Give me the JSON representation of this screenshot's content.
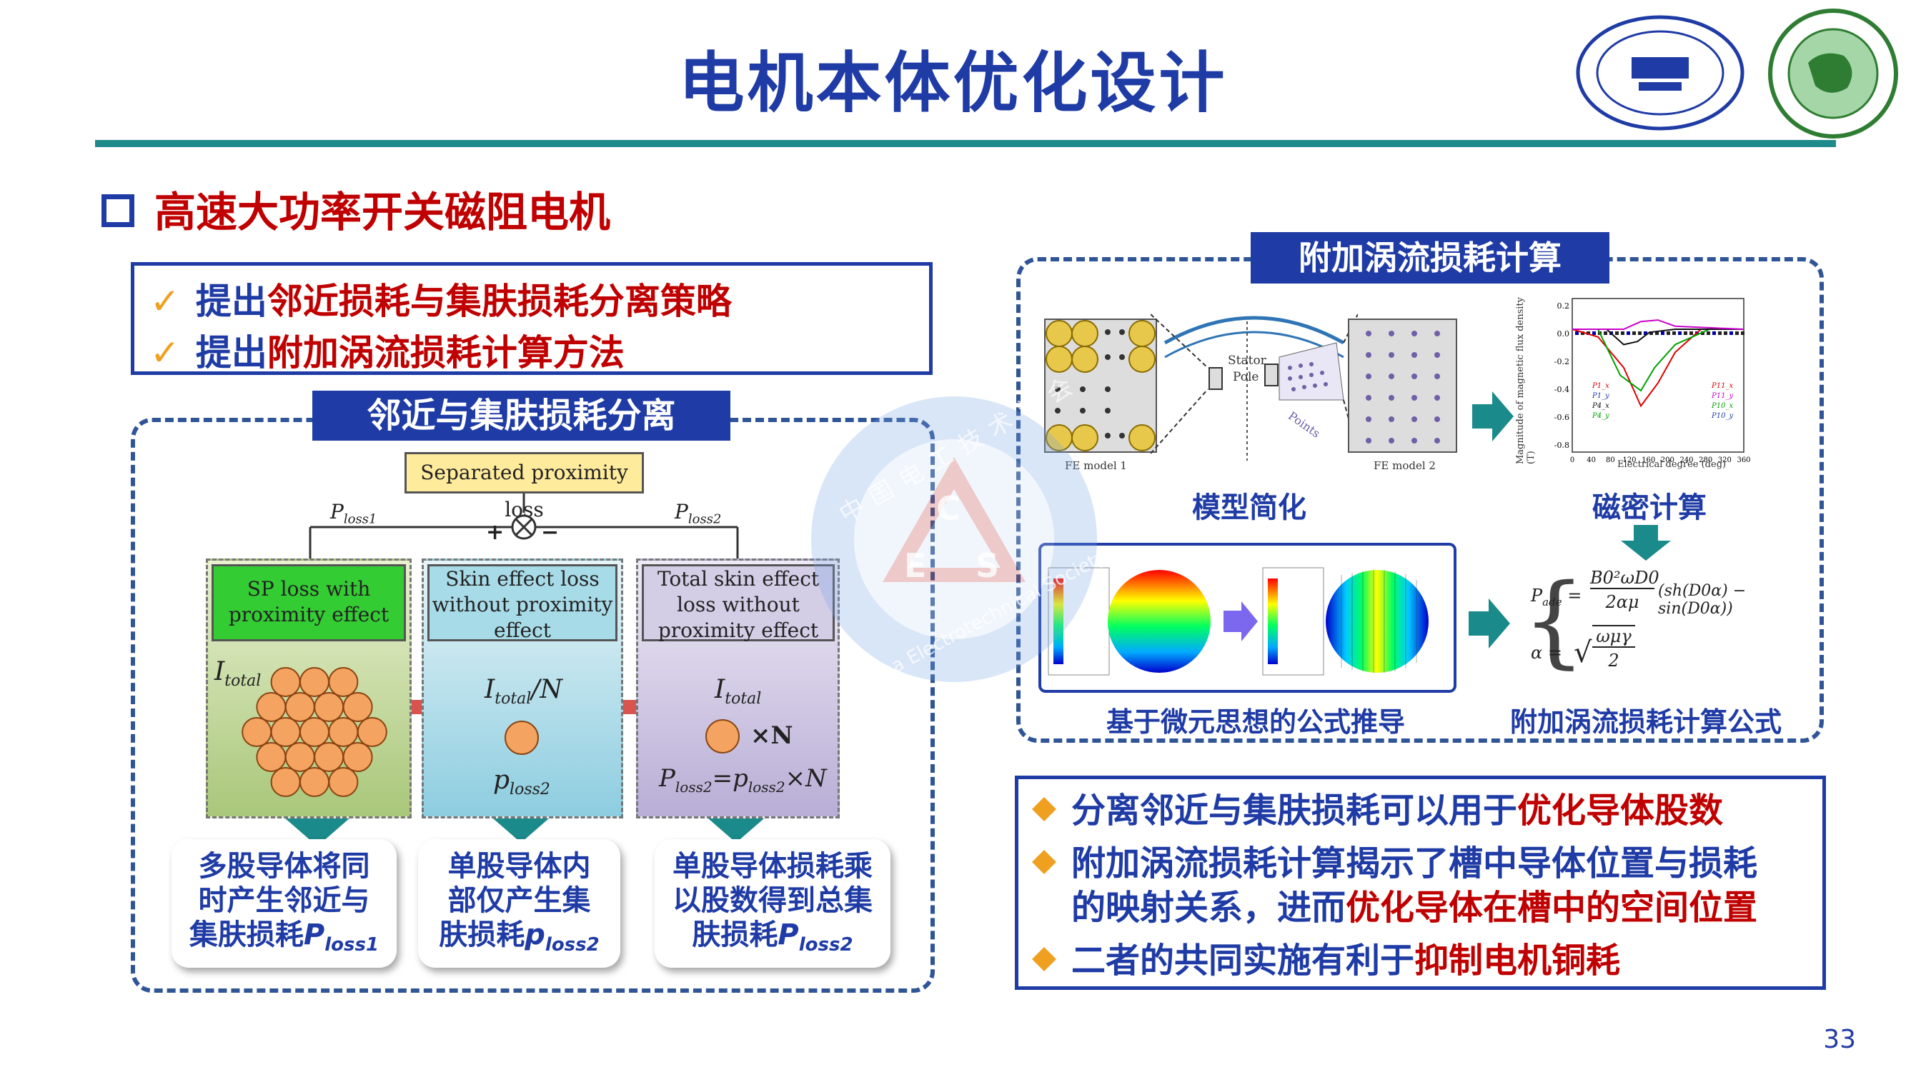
{
  "title": "电机本体优化设计",
  "section": "高速大功率开关磁阻电机",
  "checks": [
    {
      "prefix": "提出",
      "highlight": "邻近损耗与集肤损耗分离策略"
    },
    {
      "prefix": "提出",
      "highlight": "附加涡流损耗计算方法"
    }
  ],
  "left_panel": {
    "tag": "邻近与集肤损耗分离",
    "top_box": "Separated proximity loss",
    "p_left": "P",
    "p_left_sub": "loss1",
    "p_right": "P",
    "p_right_sub": "loss2",
    "plus": "+",
    "minus": "−",
    "col1_head": "SP loss with proximity effect",
    "col2_head": "Skin effect loss without proximity effect",
    "col3_head": "Total skin effect loss without proximity effect",
    "col1_i": "I",
    "col1_i_sub": "total",
    "col2_i": "I",
    "col2_i_sub": "total",
    "col2_i_rest": "/N",
    "col2_p": "p",
    "col2_p_sub": "loss2",
    "col3_i": "I",
    "col3_i_sub": "total",
    "col3_xn": "×N",
    "col3_eq_a": "P",
    "col3_eq_a_sub": "loss2",
    "col3_eq_b": "=p",
    "col3_eq_b_sub": "loss2",
    "col3_eq_c": "×N",
    "captions": [
      {
        "lines": [
          "多股导体将同",
          "时产生邻近与",
          "集肤损耗"
        ],
        "sym": "P",
        "sub": "loss1"
      },
      {
        "lines": [
          "单股导体内",
          "部仅产生集",
          "肤损耗"
        ],
        "sym": "p",
        "sub": "loss2"
      },
      {
        "lines": [
          "单股导体损耗乘",
          "以股数得到总集",
          "肤损耗"
        ],
        "sym": "P",
        "sub": "loss2"
      }
    ]
  },
  "right_panel": {
    "tag": "附加涡流损耗计算",
    "stator": "Stator",
    "pole": "Pole",
    "points": "Points",
    "fe1": "FE model 1",
    "fe2": "FE model 2",
    "label_model": "模型简化",
    "label_flux": "磁密计算",
    "label_derive": "基于微元思想的公式推导",
    "label_formula": "附加涡流损耗计算公式",
    "flux_ylabel": "Magnitude of magnetic flux density (T)",
    "flux_xlabel": "Electrical degree (deg)",
    "flux_xticks": [
      "0",
      "40",
      "80",
      "120",
      "160",
      "200",
      "240",
      "280",
      "320",
      "360"
    ],
    "flux_yticks": [
      "0.2",
      "0.0",
      "-0.2",
      "-0.4",
      "-0.6",
      "-0.8"
    ],
    "legend_left": [
      "P1_x",
      "P1_y",
      "P4_x",
      "P4_y"
    ],
    "legend_right": [
      "P11_x",
      "P11_y",
      "P10_x",
      "P10_y"
    ],
    "eq1_lhs": "P",
    "eq1_lhs_sub": "ade",
    "eq1_num": "B0²ωD0",
    "eq1_den": "2αμ",
    "eq1_tail": "(sh(D0α) − sin(D0α))",
    "eq2_lhs": "α =",
    "eq2_num": "ωμγ",
    "eq2_den": "2"
  },
  "conclusions": [
    {
      "parts": [
        {
          "t": "分离邻近与集肤损耗可以用于",
          "c": "blue"
        },
        {
          "t": "优化导体股数",
          "c": "red"
        }
      ]
    },
    {
      "parts": [
        {
          "t": "附加涡流损耗计算揭示了槽中导体位置与损耗",
          "c": "blue"
        }
      ]
    },
    {
      "parts": [
        {
          "t": "的映射关系，进而",
          "c": "blue"
        },
        {
          "t": "优化导体在槽中的空间位置",
          "c": "red"
        }
      ]
    },
    {
      "parts": [
        {
          "t": "二者的共同实施有利于",
          "c": "blue"
        },
        {
          "t": "抑制电机铜耗",
          "c": "red"
        }
      ]
    }
  ],
  "watermark": {
    "letters": [
      "C",
      "E",
      "S"
    ],
    "ring_text": "中国电工技术学会",
    "en_text": "China Electrotechnical Society"
  },
  "page_number": "33",
  "colors": {
    "title_blue": "#1f3ba5",
    "accent_red": "#c00000",
    "teal": "#1f8a8a",
    "orange": "#f0a020"
  }
}
